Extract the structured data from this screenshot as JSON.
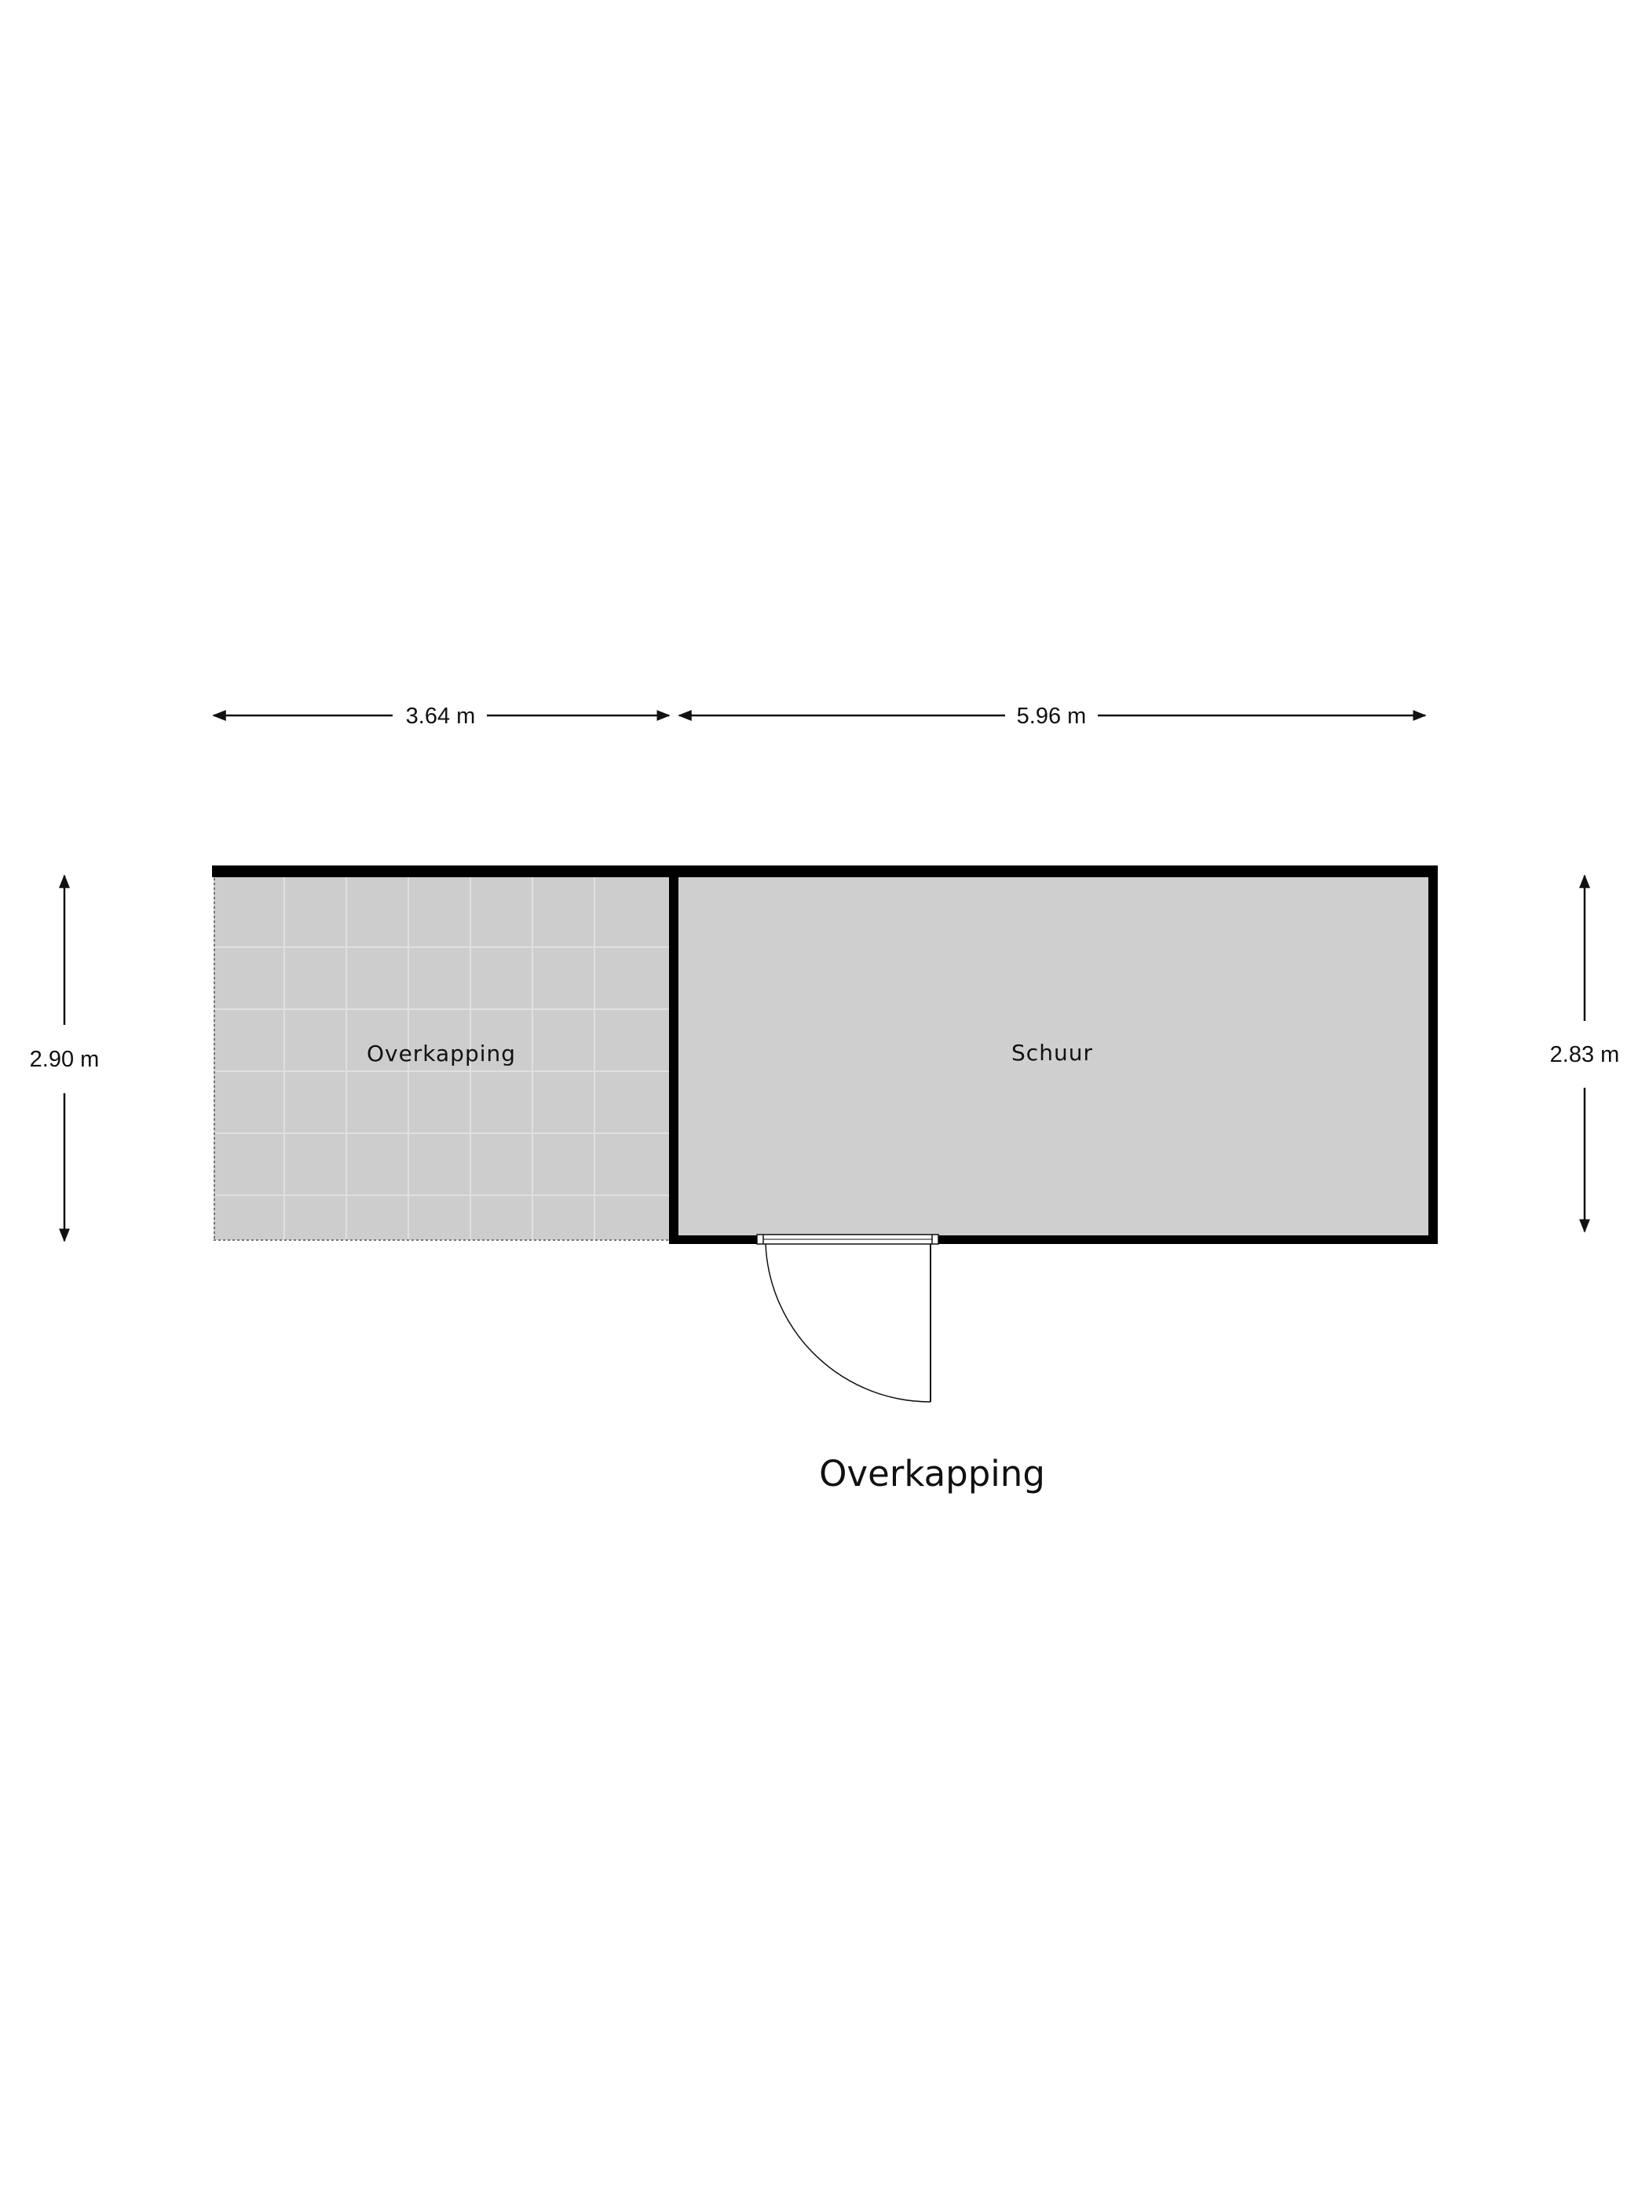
{
  "plan": {
    "title": "Overkapping",
    "rooms": [
      {
        "name": "Overkapping",
        "type": "covered-area"
      },
      {
        "name": "Schuur",
        "type": "room"
      }
    ],
    "dimensions": {
      "top_left": "3.64 m",
      "top_right": "5.96 m",
      "left": "2.90 m",
      "right": "2.83 m"
    },
    "colors": {
      "wall": "#000000",
      "schuur_floor": "#cfcfcf",
      "overkapping_floor": "#cdcdcd",
      "tile_line": "#e2e2e2",
      "dimension_line": "#111111"
    }
  }
}
